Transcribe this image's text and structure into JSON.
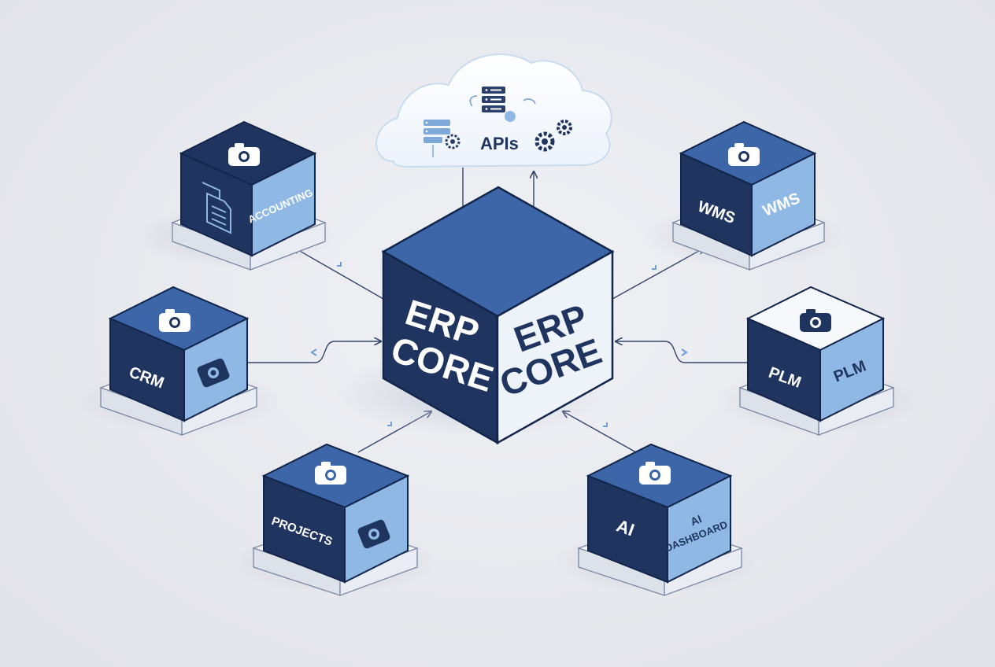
{
  "cloud": {
    "label": "APIs",
    "icons": [
      "server-rack-icon",
      "server-gear-icon",
      "gears-icon"
    ]
  },
  "core": {
    "front_label_line1": "ERP",
    "front_label_line2": "CORE",
    "side_label_line1": "ERP",
    "side_label_line2": "CORE"
  },
  "modules": {
    "accounting": {
      "front_icon": "document-icon",
      "side_label": "ACCOUNTING",
      "top_icon": "camera-icon"
    },
    "wms": {
      "front_label": "WMS",
      "side_label": "WMS",
      "top_icon": "camera-icon"
    },
    "crm": {
      "front_label": "CRM",
      "side_icon": "camera-icon",
      "top_icon": "camera-icon"
    },
    "plm": {
      "front_label": "PLM",
      "side_label": "PLM",
      "top_icon": "camera-icon"
    },
    "projects": {
      "front_label": "PROJECTS",
      "side_icon": "camera-icon",
      "top_icon": "camera-icon"
    },
    "ai": {
      "front_label": "AI",
      "side_label_line1": "AI",
      "side_label_line2": "DASHBOARD",
      "top_icon": "camera-icon"
    }
  },
  "colors": {
    "dark_navy": "#1f3560",
    "mid_blue": "#3c66a8",
    "light_blue": "#8fb9e4",
    "pale": "#eef2f9",
    "connector": "#34466a",
    "accent": "#6f9fd8"
  }
}
